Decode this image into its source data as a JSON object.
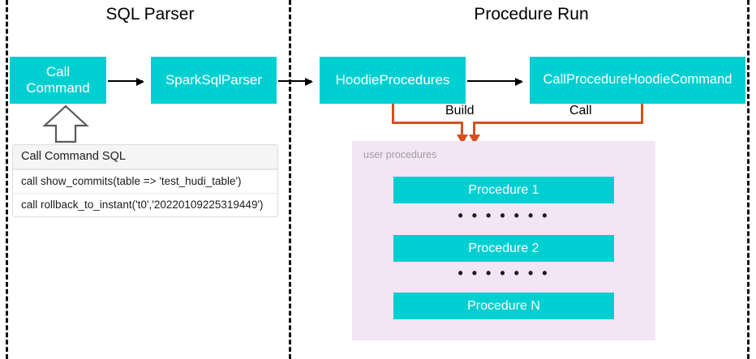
{
  "sections": [
    {
      "title": "SQL Parser"
    },
    {
      "title": "Procedure Run"
    }
  ],
  "boxes": {
    "call_command": "Call\nCommand",
    "call_command_line1": "Call",
    "call_command_line2": "Command",
    "spark_sql_parser": "SparkSqlParser",
    "hoodie_procedures": "HoodieProcedures",
    "call_procedure_hoodie_command": "CallProcedureHoodieCommand"
  },
  "sql_table": {
    "header": "Call Command SQL",
    "rows": [
      "call show_commits(table => 'test_hudi_table')",
      "call rollback_to_instant('t0','20220109225319449')"
    ]
  },
  "connectors": {
    "build_label": "Build",
    "call_label": "Call"
  },
  "user_procedures": {
    "label": "user procedures",
    "items": [
      "Procedure 1",
      "Procedure 2",
      "Procedure N"
    ],
    "ellipsis": "• • • • • • •"
  },
  "colors": {
    "teal": "#00CFD1",
    "panel_pink": "#F3E5F5",
    "orange": "#D94F1E",
    "divider": "#111111",
    "muted_text": "#9e9e9e"
  }
}
